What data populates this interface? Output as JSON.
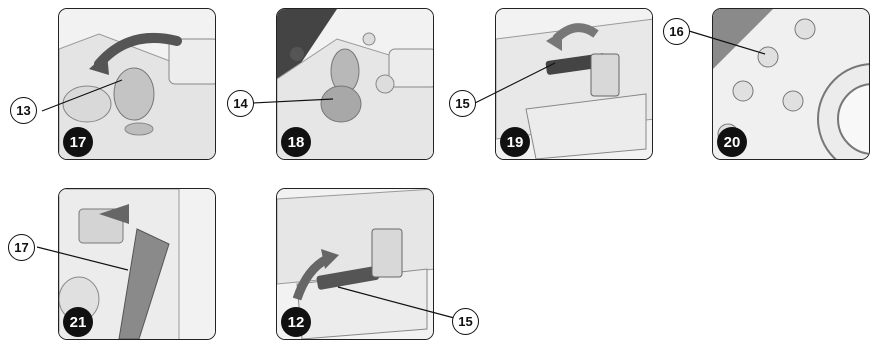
{
  "steps": [
    {
      "label": "17",
      "callout": "13",
      "desc": "rotate knob"
    },
    {
      "label": "18",
      "callout": "14",
      "desc": "joystick"
    },
    {
      "label": "19",
      "callout": "15",
      "desc": "latch"
    },
    {
      "label": "20",
      "callout": "16",
      "desc": "buttons"
    },
    {
      "label": "21",
      "callout": "17",
      "desc": "pedal"
    },
    {
      "label": "12",
      "callout": "15",
      "desc": "latch lift"
    }
  ],
  "colors": {
    "frame": "#222222",
    "art": "#dadada",
    "arrow": "#555555",
    "accent": "#8a8a8a",
    "badge": "#111111"
  }
}
